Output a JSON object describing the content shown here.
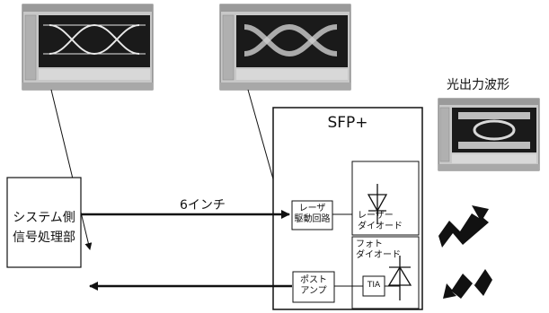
{
  "labels": {
    "optical_waveform": "光出力波形",
    "system_block": [
      "システム側",
      "信号処理部"
    ],
    "sfp_title": "SFP+",
    "distance": "6インチ",
    "laser_driver": [
      "レーザ",
      "駆動回路"
    ],
    "laser_diode": [
      "レーザー",
      "ダイオード"
    ],
    "photo_diode": [
      "フォト",
      "ダイオード"
    ],
    "post_amp": [
      "ポスト",
      "アンプ"
    ],
    "tia": "TIA"
  },
  "colors": {
    "line": "#111111",
    "scope_bg": "#c8c8c8",
    "scope_screen": "#1a1a1a",
    "trace_light": "#e8e8e8"
  },
  "icons": [
    "oscilloscope-screenshot",
    "diode-symbol",
    "lightning-arrow"
  ]
}
